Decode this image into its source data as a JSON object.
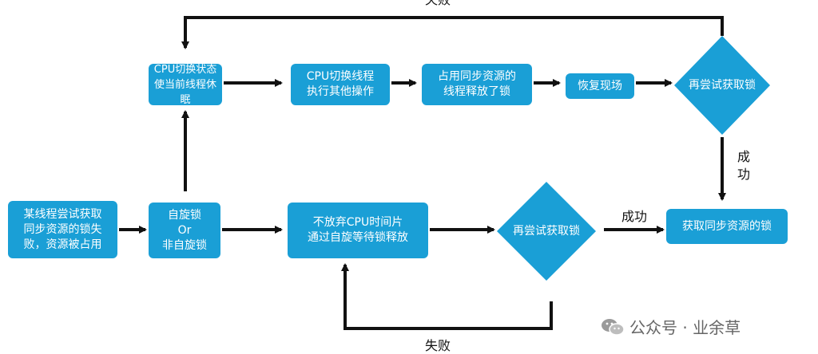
{
  "nodes": {
    "start": "某线程尝试获取\n同步资源的锁失\n败，资源被占用",
    "spin_choice": "自旋锁\nOr\n非自旋锁",
    "cpu_switch_state": "CPU切换状态\n使当前线程休眠",
    "cpu_switch_thread": "CPU切换线程\n执行其他操作",
    "holder_release": "占用同步资源的\n线程释放了锁",
    "restore": "恢复现场",
    "retry_top": "再尝试获取锁",
    "keep_cpu": "不放弃CPU时间片\n通过自旋等待锁释放",
    "retry_bottom": "再尝试获取锁",
    "acquired": "获取同步资源的锁"
  },
  "edges": {
    "fail_top": "失败",
    "success_vertical": "成\n功",
    "success_horizontal": "成功",
    "fail_bottom": "失败"
  },
  "watermark": "公众号 · 业余草",
  "colors": {
    "node_fill": "#1a9fd6",
    "arrow": "#111111"
  }
}
